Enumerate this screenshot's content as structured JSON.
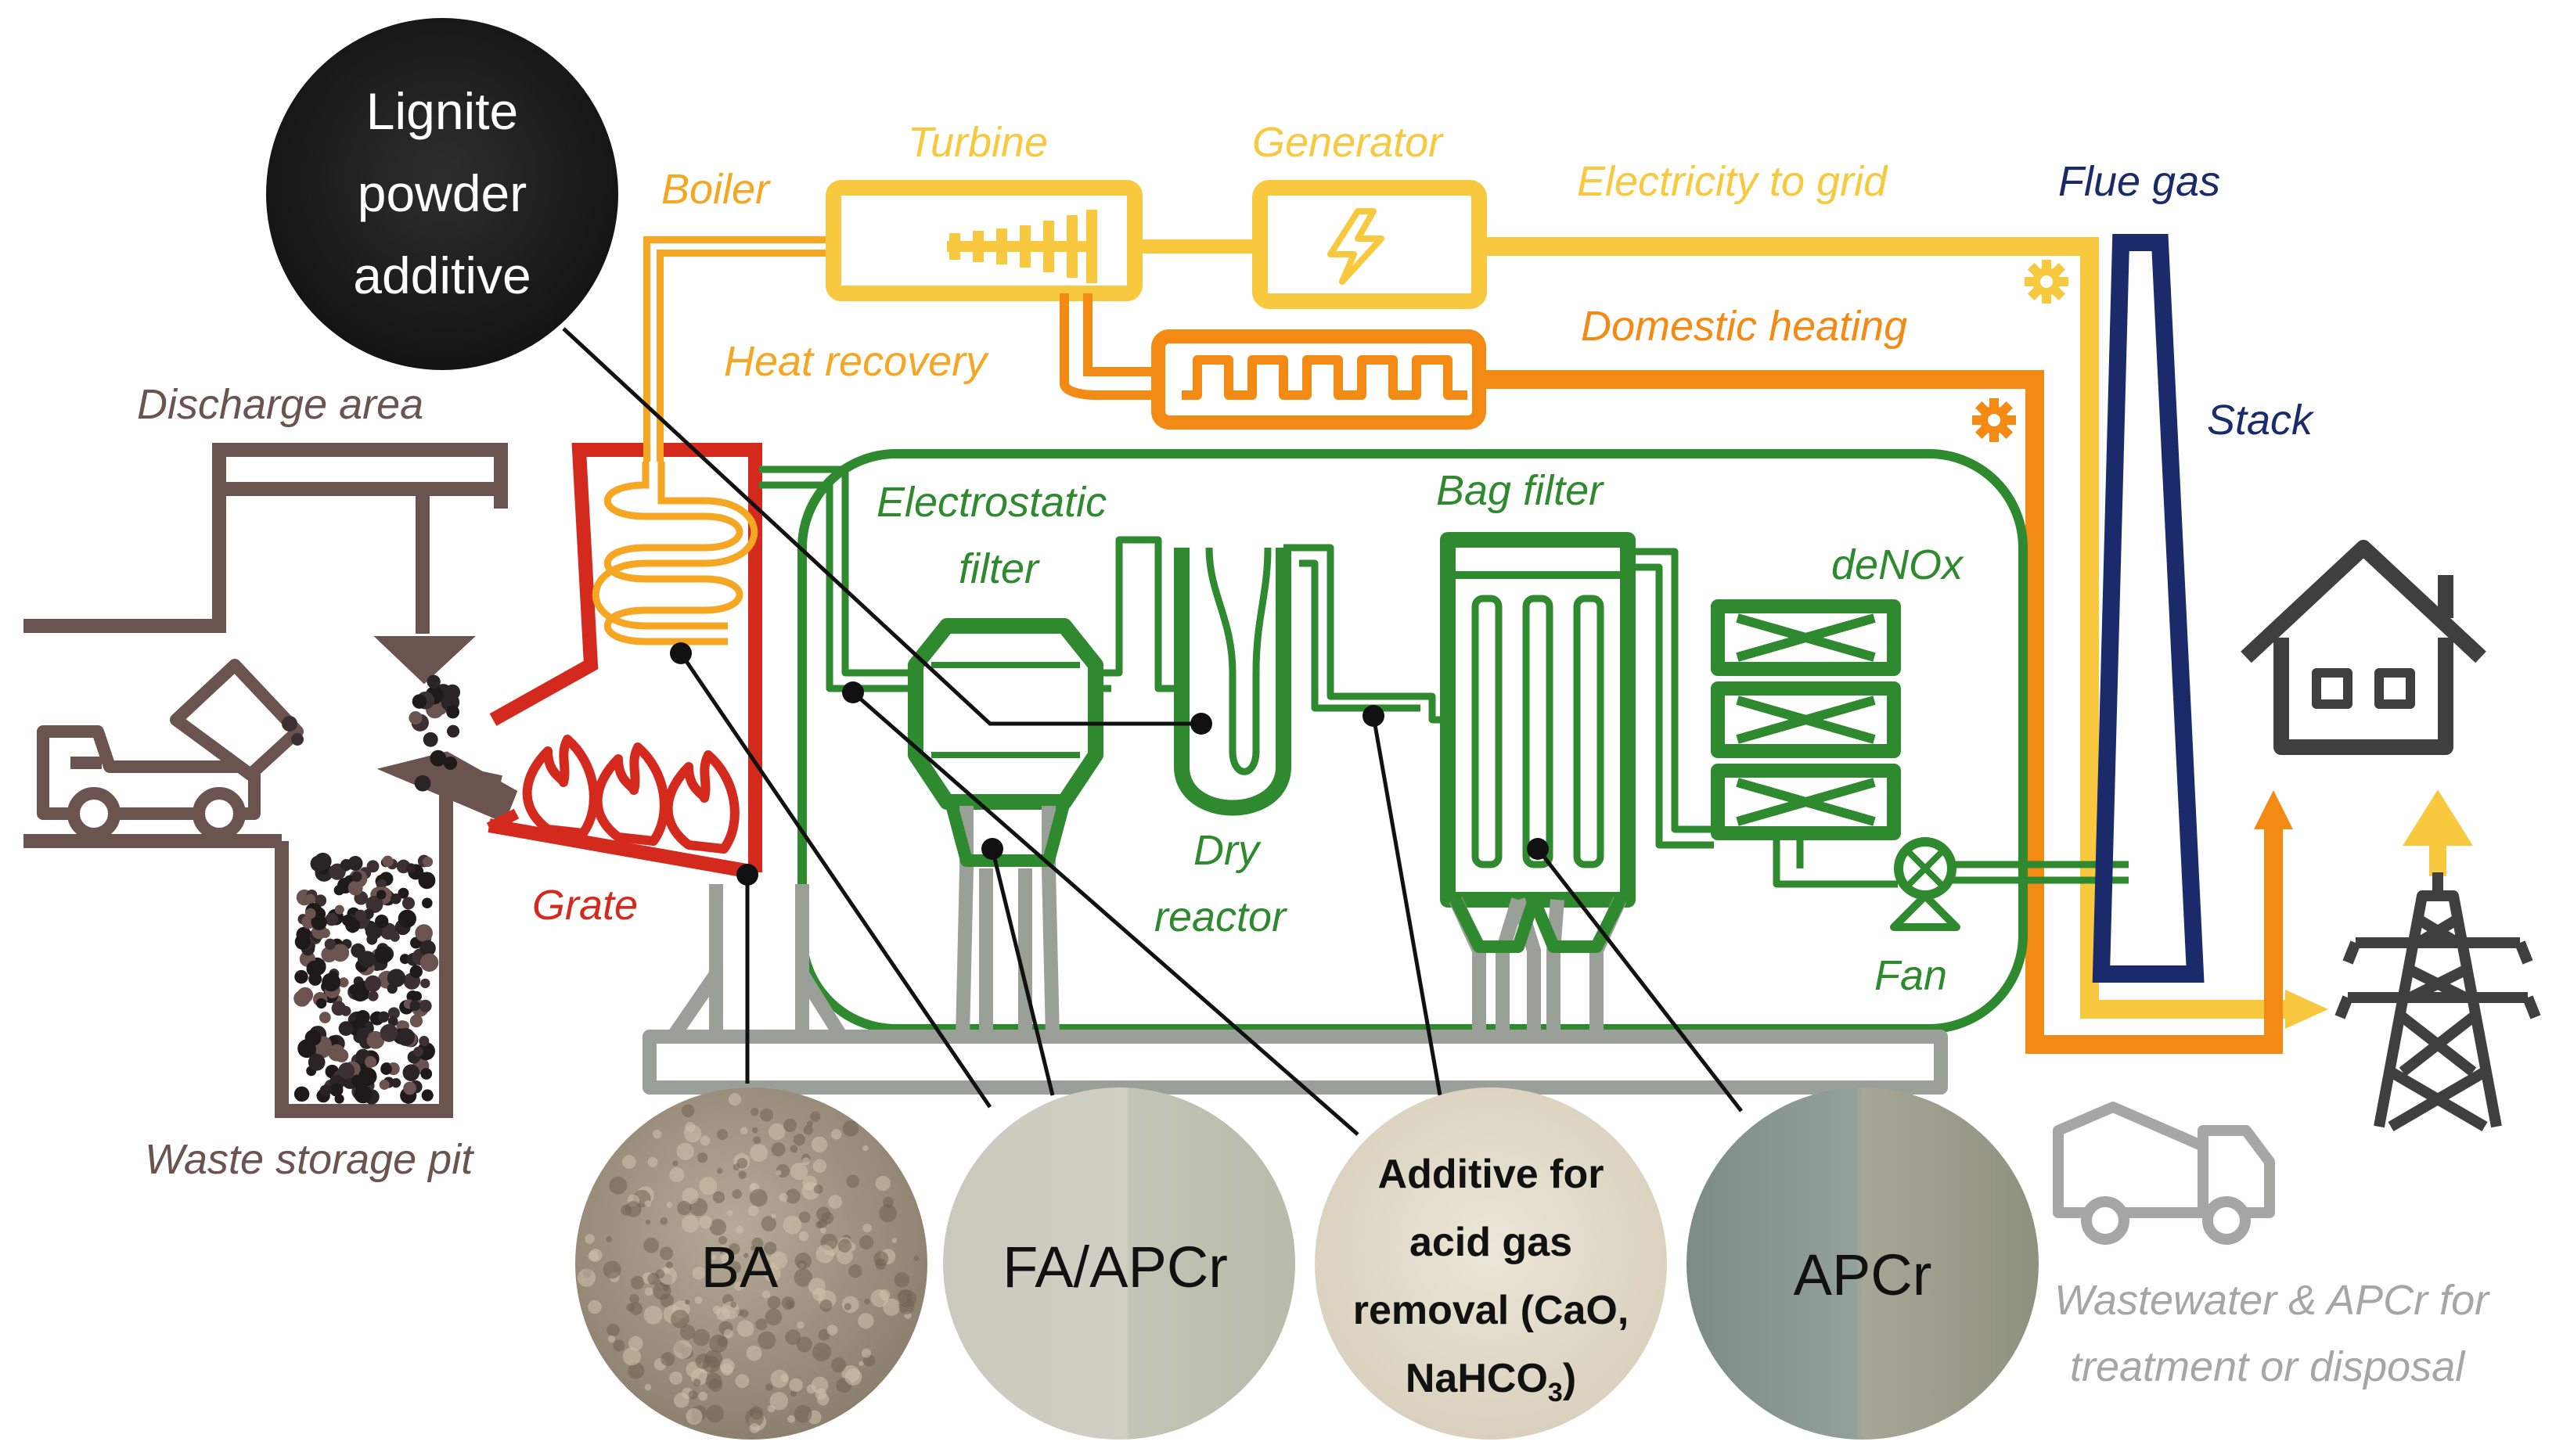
{
  "colors": {
    "waste": "#6b5350",
    "grate": "#d42a1e",
    "boiler": "#f5a623",
    "turbine": "#f8c93f",
    "heat": "#f38a14",
    "cleaning": "#2f8a2f",
    "flue": "#1b2a6b",
    "structure": "#9a9f97",
    "dark": "#3f3f3f",
    "truck_grey": "#a4a7a2"
  },
  "labels": {
    "discharge_area": "Discharge area",
    "waste_storage_pit": "Waste storage pit",
    "grate": "Grate",
    "boiler": "Boiler",
    "turbine": "Turbine",
    "generator": "Generator",
    "electricity_to_grid": "Electricity to grid",
    "heat_recovery": "Heat recovery",
    "domestic_heating": "Domestic heating",
    "flue_gas": "Flue gas",
    "stack": "Stack",
    "electrostatic_filter_line1": "Electrostatic",
    "electrostatic_filter_line2": "filter",
    "bag_filter": "Bag filter",
    "denox": "deNOx",
    "dry_reactor_line1": "Dry",
    "dry_reactor_line2": "reactor",
    "fan": "Fan",
    "wastewater_line1": "Wastewater & APCr for",
    "wastewater_line2": "treatment or disposal"
  },
  "circles": {
    "lignite_line1": "Lignite",
    "lignite_line2": "powder",
    "lignite_line3": "additive",
    "ba": "BA",
    "fa_apcr": "FA/APCr",
    "additive_line1": "Additive for",
    "additive_line2": "acid gas",
    "additive_line3": "removal (CaO,",
    "additive_line4_main": "NaHCO",
    "additive_line4_sub": "3",
    "additive_line4_end": ")",
    "apcr": "APCr"
  },
  "icons": {
    "truck": "dump-truck-icon",
    "house": "house-icon",
    "pylon": "power-pylon-icon",
    "lightning": "lightning-icon",
    "gear": "gear-icon",
    "flames": "flame-icon",
    "fan": "fan-icon",
    "disposal_truck": "disposal-truck-icon"
  }
}
